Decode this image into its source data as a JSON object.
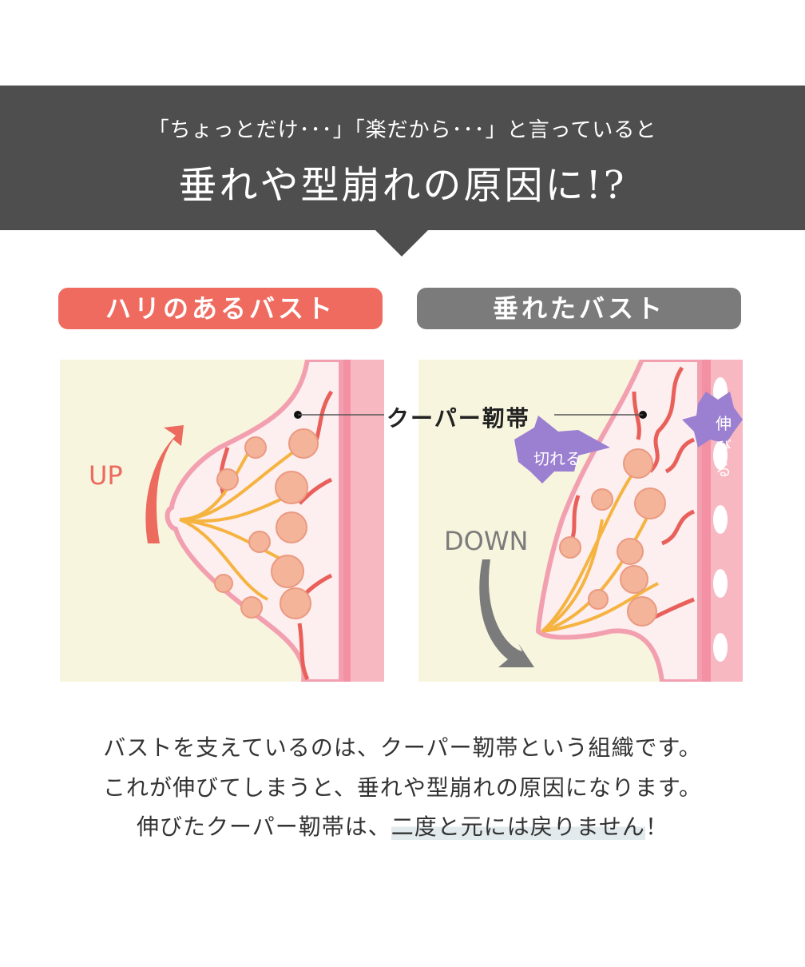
{
  "header": {
    "subtitle": "「ちょっとだけ･･･」「楽だから･･･」と言っていると",
    "title": "垂れや型崩れの原因に!?"
  },
  "left": {
    "label": "ハリのあるバスト",
    "direction": "UP"
  },
  "right": {
    "label": "垂れたバスト",
    "direction": "DOWN",
    "burst_cut": "切れる",
    "burst_stretch": "伸びる"
  },
  "ligament_label": "クーパー靭帯",
  "body": {
    "line1": "バストを支えているのは、クーパー靭帯という組織です。",
    "line2": "これが伸びてしまうと、垂れや型崩れの原因になります。",
    "line3_a": "伸びたクーパー靭帯は、",
    "line3_b": "二度と元には戻りません",
    "line3_c": "！"
  },
  "colors": {
    "band": "#4e4e4e",
    "accent": "#ef6b5f",
    "gray": "#7b7b7b",
    "panel": "#f8f5de",
    "burst": "#9b7fd0"
  }
}
